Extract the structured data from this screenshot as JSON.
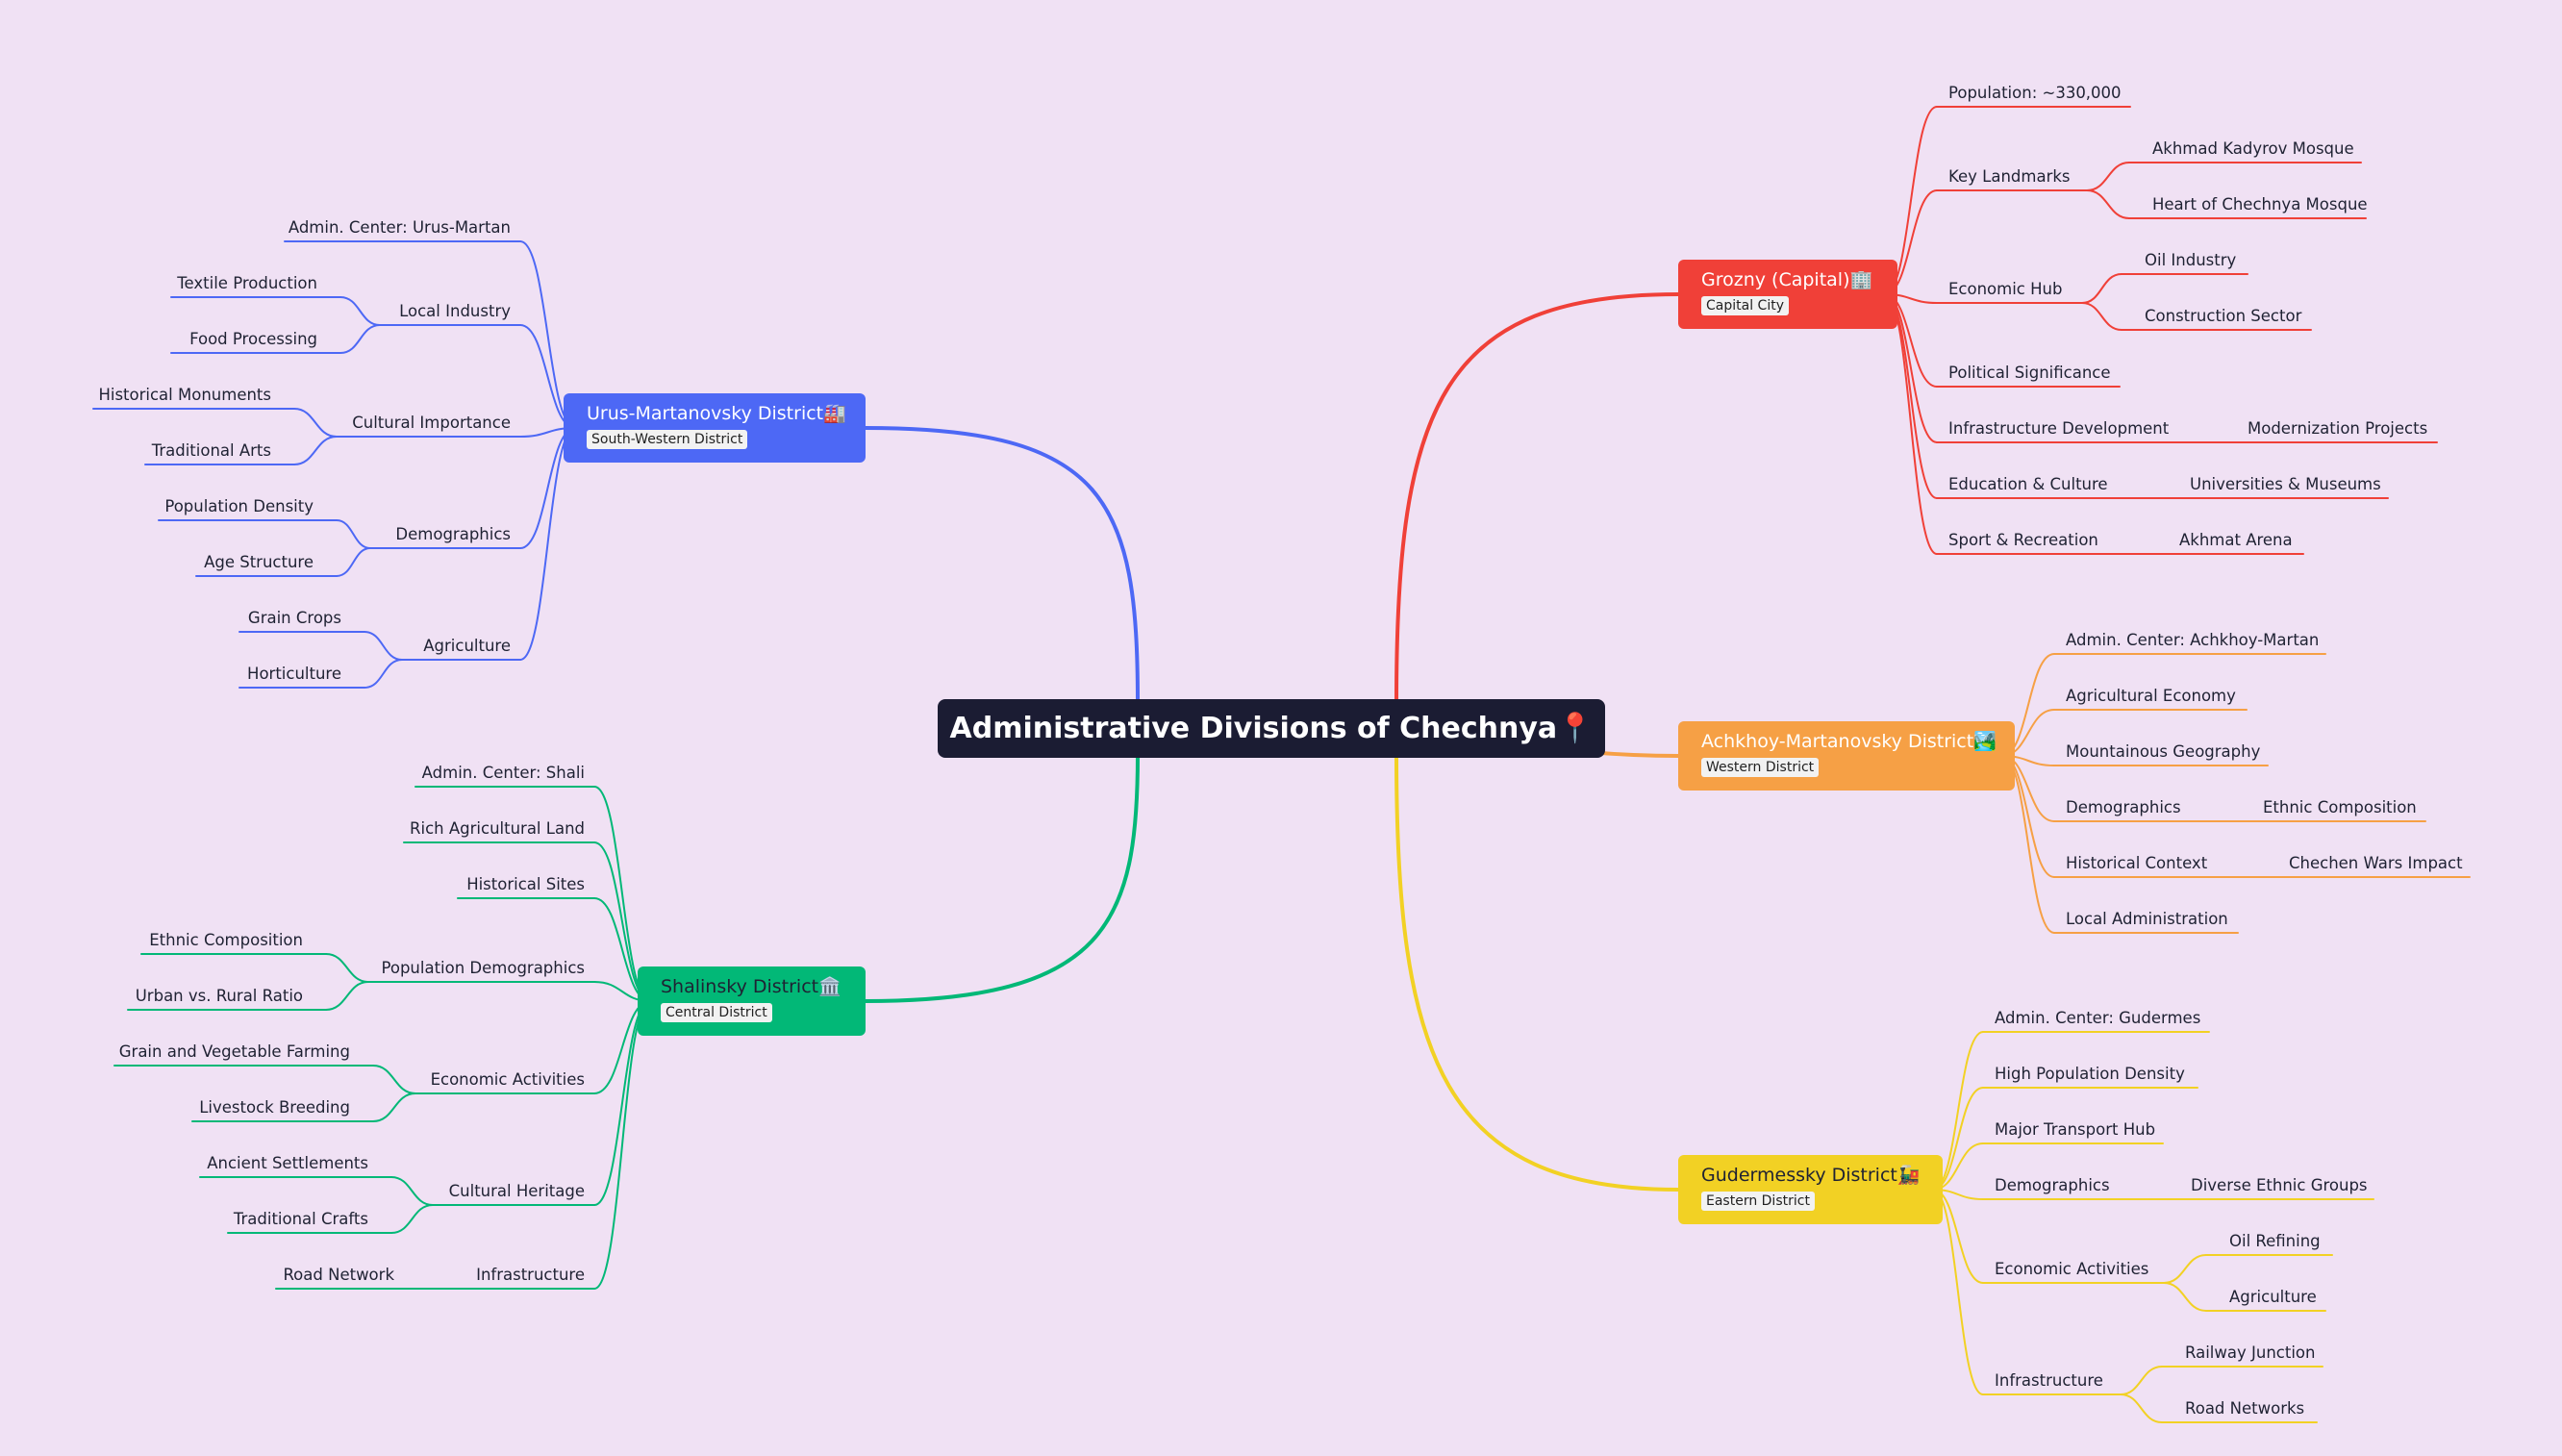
{
  "root": {
    "label": "Administrative Divisions of Chechnya📍"
  },
  "branches": {
    "grozny": {
      "title": "Grozny (Capital)🏢",
      "tag": "Capital City",
      "color": "#f04038",
      "children": [
        {
          "label": "Population: ~330,000"
        },
        {
          "label": "Key Landmarks",
          "children": [
            {
              "label": "Akhmad Kadyrov Mosque"
            },
            {
              "label": "Heart of Chechnya Mosque"
            }
          ]
        },
        {
          "label": "Economic Hub",
          "children": [
            {
              "label": "Oil Industry"
            },
            {
              "label": "Construction Sector"
            }
          ]
        },
        {
          "label": "Political Significance"
        },
        {
          "label": "Infrastructure Development",
          "children": [
            {
              "label": "Modernization Projects"
            }
          ]
        },
        {
          "label": "Education & Culture",
          "children": [
            {
              "label": "Universities & Museums"
            }
          ]
        },
        {
          "label": "Sport & Recreation",
          "children": [
            {
              "label": "Akhmat Arena"
            }
          ]
        }
      ]
    },
    "achkhoy": {
      "title": "Achkhoy-Martanovsky District🏞️",
      "tag": "Western District",
      "color": "#f6a045",
      "children": [
        {
          "label": "Admin. Center: Achkhoy-Martan"
        },
        {
          "label": "Agricultural Economy"
        },
        {
          "label": "Mountainous Geography"
        },
        {
          "label": "Demographics",
          "children": [
            {
              "label": "Ethnic Composition"
            }
          ]
        },
        {
          "label": "Historical Context",
          "children": [
            {
              "label": "Chechen Wars Impact"
            }
          ]
        },
        {
          "label": "Local Administration"
        }
      ]
    },
    "gudermes": {
      "title": "Gudermessky District🚂",
      "tag": "Eastern District",
      "color": "#f2d124",
      "children": [
        {
          "label": "Admin. Center: Gudermes"
        },
        {
          "label": "High Population Density"
        },
        {
          "label": "Major Transport Hub"
        },
        {
          "label": "Demographics",
          "children": [
            {
              "label": "Diverse Ethnic Groups"
            }
          ]
        },
        {
          "label": "Economic Activities",
          "children": [
            {
              "label": "Oil Refining"
            },
            {
              "label": "Agriculture"
            }
          ]
        },
        {
          "label": "Infrastructure",
          "children": [
            {
              "label": "Railway Junction"
            },
            {
              "label": "Road Networks"
            }
          ]
        }
      ]
    },
    "urus": {
      "title": "Urus-Martanovsky District🏭",
      "tag": "South-Western District",
      "color": "#4d68f5",
      "children": [
        {
          "label": "Admin. Center: Urus-Martan"
        },
        {
          "label": "Local Industry",
          "children": [
            {
              "label": "Textile Production"
            },
            {
              "label": "Food Processing"
            }
          ]
        },
        {
          "label": "Cultural Importance",
          "children": [
            {
              "label": "Historical Monuments"
            },
            {
              "label": "Traditional Arts"
            }
          ]
        },
        {
          "label": "Demographics",
          "children": [
            {
              "label": "Population Density"
            },
            {
              "label": "Age Structure"
            }
          ]
        },
        {
          "label": "Agriculture",
          "children": [
            {
              "label": "Grain Crops"
            },
            {
              "label": "Horticulture"
            }
          ]
        }
      ]
    },
    "shali": {
      "title": "Shalinsky District🏛️",
      "tag": "Central District",
      "color": "#02b877",
      "children": [
        {
          "label": "Admin. Center: Shali"
        },
        {
          "label": "Rich Agricultural Land"
        },
        {
          "label": "Historical Sites"
        },
        {
          "label": "Population Demographics",
          "children": [
            {
              "label": "Ethnic Composition"
            },
            {
              "label": "Urban vs. Rural Ratio"
            }
          ]
        },
        {
          "label": "Economic Activities",
          "children": [
            {
              "label": "Grain and Vegetable Farming"
            },
            {
              "label": "Livestock Breeding"
            }
          ]
        },
        {
          "label": "Cultural Heritage",
          "children": [
            {
              "label": "Ancient Settlements"
            },
            {
              "label": "Traditional Crafts"
            }
          ]
        },
        {
          "label": "Infrastructure",
          "children": [
            {
              "label": "Road Network"
            }
          ]
        }
      ]
    }
  }
}
